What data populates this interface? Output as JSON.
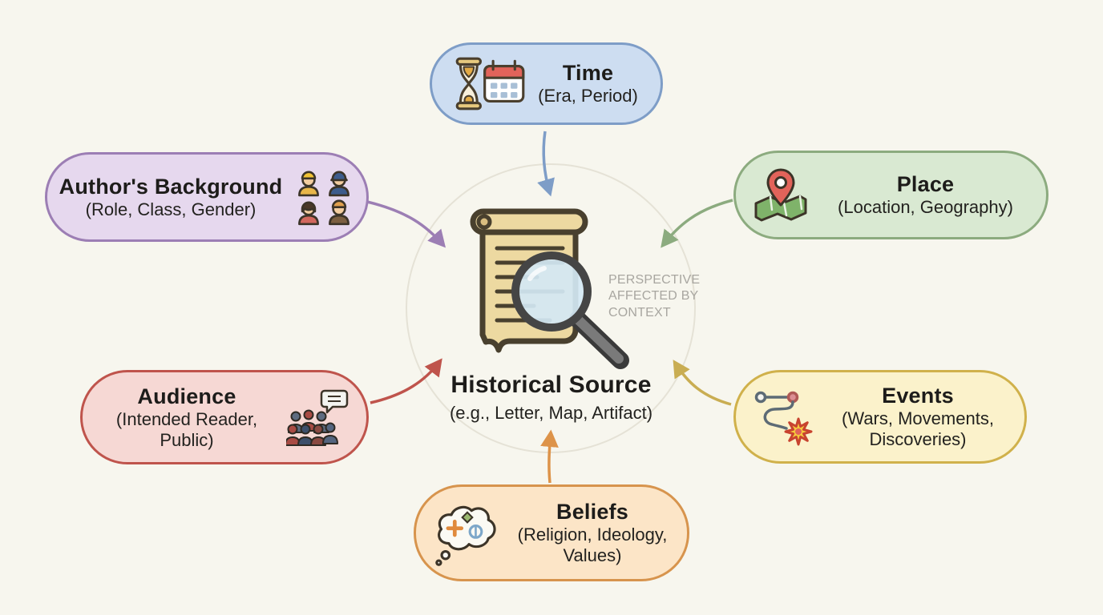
{
  "colors": {
    "background": "#f7f6ee",
    "context_circle": "#e5e2d6",
    "text_primary": "#1d1c1a",
    "watermark": "#a8a6a0"
  },
  "center": {
    "icon": "scroll-magnifier-icon",
    "title": "Historical Source",
    "subtitle": "(e.g., Letter, Map, Artifact)",
    "watermark": "PERSPECTIVE AFFECTED BY CONTEXT"
  },
  "nodes": [
    {
      "id": "time",
      "title": "Time",
      "subtitle": "(Era, Period)",
      "fill": "#cdddf1",
      "border": "#7e9dc7",
      "arrow": "#7e9dc7",
      "icon": "hourglass-calendar-icon"
    },
    {
      "id": "authors-background",
      "title": "Author's Background",
      "subtitle": "(Role, Class, Gender)",
      "fill": "#e6d8ee",
      "border": "#9c7eb4",
      "arrow": "#9c7eb4",
      "icon": "people-roles-icon"
    },
    {
      "id": "place",
      "title": "Place",
      "subtitle": "(Location, Geography)",
      "fill": "#d9e9d2",
      "border": "#8cab7f",
      "arrow": "#8cab7f",
      "icon": "map-pin-icon"
    },
    {
      "id": "audience",
      "title": "Audience",
      "subtitle": "(Intended Reader, Public)",
      "fill": "#f6d8d4",
      "border": "#bf544c",
      "arrow": "#bf544c",
      "icon": "crowd-speech-icon"
    },
    {
      "id": "events",
      "title": "Events",
      "subtitle": "(Wars, Movements, Discoveries)",
      "fill": "#fbf2cb",
      "border": "#d0b14b",
      "arrow": "#c9ad52",
      "icon": "timeline-explosion-icon"
    },
    {
      "id": "beliefs",
      "title": "Beliefs",
      "subtitle": "(Religion, Ideology, Values)",
      "fill": "#fce5c7",
      "border": "#d7944d",
      "arrow": "#dd9349",
      "icon": "thought-cloud-icon"
    }
  ]
}
